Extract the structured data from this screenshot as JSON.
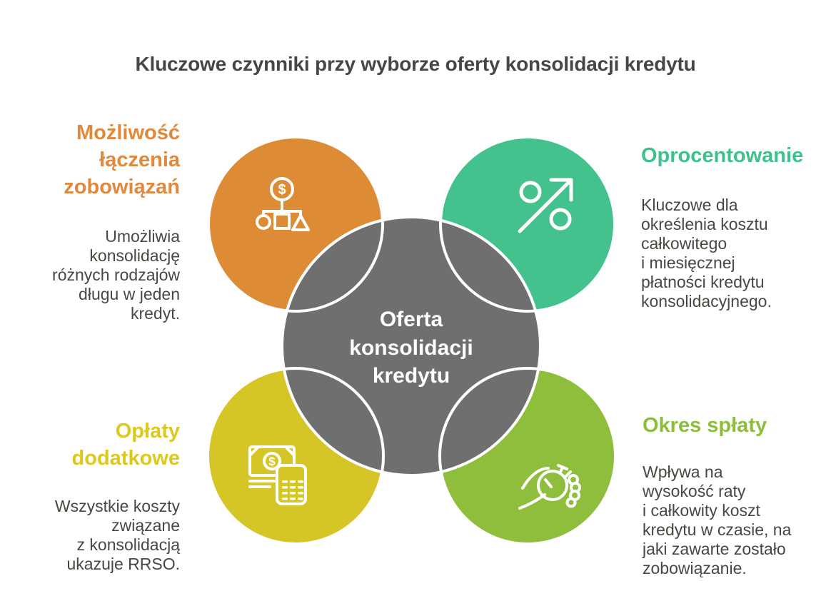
{
  "title": "Kluczowe czynniki przy wyborze oferty konsolidacji kredytu",
  "center": {
    "label": "Oferta\nkonsolidacji\nkredytu",
    "color": "#6f6f6f"
  },
  "factors": [
    {
      "id": "mozliwosc-laczenia-zobowiazan",
      "position": "top-left",
      "heading": "Możliwość\nłączenia\nzobowiązań",
      "body": "Umożliwia\nkonsolidację\nróżnych rodzajów\ndługu w jeden\nkredyt.",
      "accent_color": "#dd8c35",
      "heading_color": "#e0883c",
      "icon": "hierarchy-dollar-icon"
    },
    {
      "id": "oprocentowanie",
      "position": "top-right",
      "heading": "Oprocentowanie",
      "body": "Kluczowe dla\nokreślenia kosztu\ncałkowitego\ni miesięcznej\npłatności kredytu\nkonsolidacyjnego.",
      "accent_color": "#43c28d",
      "heading_color": "#3ec28c",
      "icon": "percent-growth-icon"
    },
    {
      "id": "oplaty-dodatkowe",
      "position": "bottom-left",
      "heading": "Opłaty\ndodatkowe",
      "body": "Wszystkie koszty\nzwiązane\nz konsolidacją\nukazuje RRSO.",
      "accent_color": "#d6c527",
      "heading_color": "#ddc91e",
      "icon": "banknote-calculator-icon"
    },
    {
      "id": "okres-splaty",
      "position": "bottom-right",
      "heading": "Okres spłaty",
      "body": "Wpływa na\nwysokość raty\ni całkowity koszt\nkredytu w czasie, na\njaki zawarte zostało\nzobowiązanie.",
      "accent_color": "#8fbe3c",
      "heading_color": "#8cbe3b",
      "icon": "stopwatch-hand-icon"
    }
  ],
  "text_color": "#4a4641",
  "title_color": "#464646",
  "circle_outline_color": "#ffffff"
}
